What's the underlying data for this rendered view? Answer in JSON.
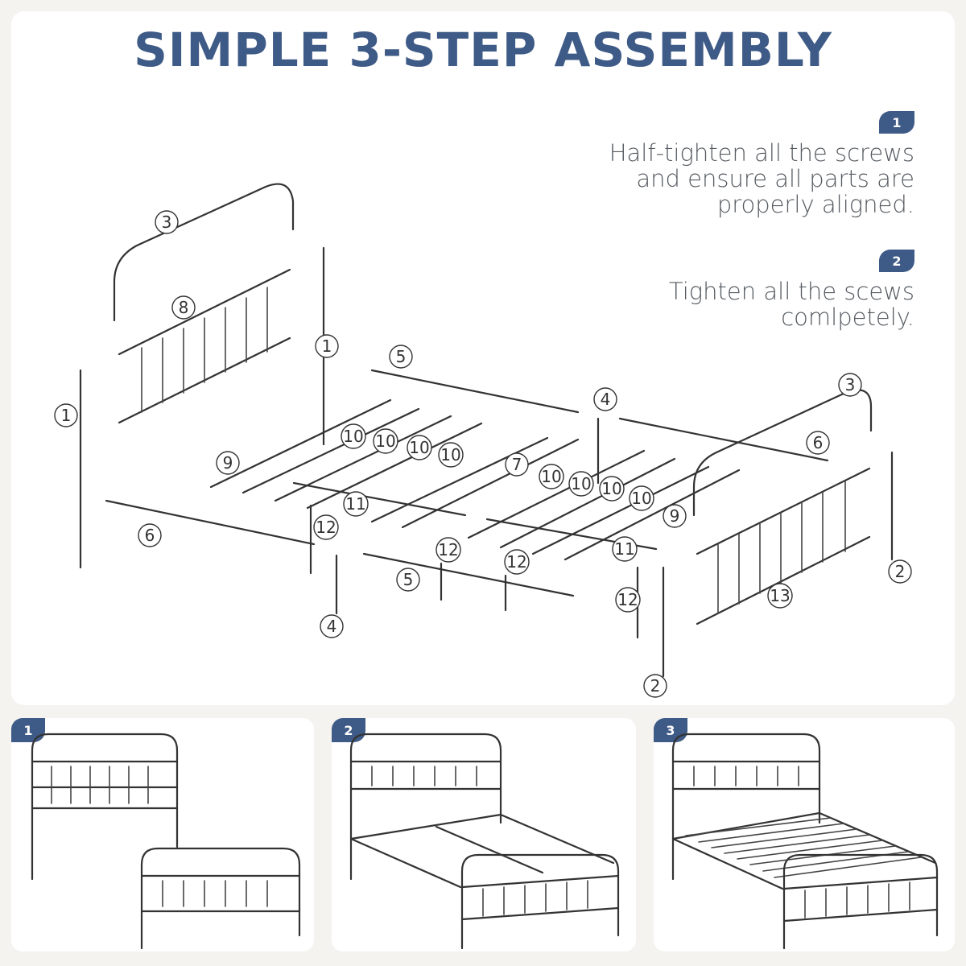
{
  "title": "SIMPLE 3-STEP ASSEMBLY",
  "steps": [
    {
      "number": "1",
      "text": "Half-tighten all the screws and ensure all parts are properly aligned."
    },
    {
      "number": "2",
      "text": "Tighten all the scews comlpetely."
    }
  ],
  "thumbnails": [
    {
      "number": "1"
    },
    {
      "number": "2"
    },
    {
      "number": "3"
    }
  ],
  "part_labels": [
    "1",
    "2",
    "3",
    "4",
    "5",
    "6",
    "7",
    "8",
    "9",
    "10",
    "11",
    "12",
    "13"
  ],
  "colors": {
    "accent": "#3e5a86",
    "text": "#555a60",
    "background": "#f4f3ef",
    "panel": "#ffffff"
  }
}
